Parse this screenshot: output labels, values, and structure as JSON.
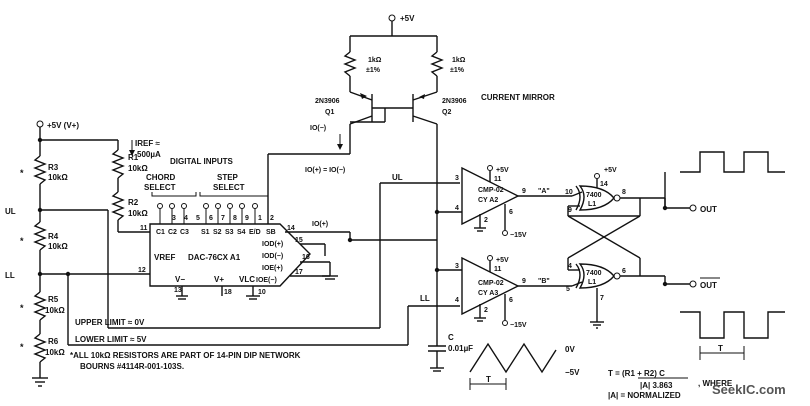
{
  "supply": {
    "vplus_top": "+5V",
    "vplus_left": "+5V  (V+)",
    "vplus_a2": "+5V",
    "vplus_a3": "+5V",
    "vplus_l1": "+5V",
    "vneg_a2": "−15V",
    "vneg_a3": "−15V"
  },
  "mirror": {
    "title": "CURRENT MIRROR",
    "r_left": "1kΩ",
    "r_left_tol": "±1%",
    "r_right": "1kΩ",
    "r_right_tol": "±1%",
    "q1_type": "2N3906",
    "q1_name": "Q1",
    "q2_type": "2N3906",
    "q2_name": "Q2",
    "io_minus": "IO(−)",
    "io_eq": "IO(+) = IO(−)"
  },
  "ladder": {
    "r3": "R3",
    "r3_val": "10kΩ",
    "r4": "R4",
    "r4_val": "10kΩ",
    "r5": "R5",
    "r5_val": "10kΩ",
    "r6": "R6",
    "r6_val": "10kΩ",
    "ul": "UL",
    "ll": "LL",
    "star": "*"
  },
  "ref": {
    "iref": "IREF ≈",
    "iref_val": "500µA",
    "r1": "R1",
    "r1_val": "10kΩ",
    "r2": "R2",
    "r2_val": "10kΩ"
  },
  "dac": {
    "digital_inputs": "DIGITAL INPUTS",
    "chord_select_1": "CHORD",
    "chord_select_2": "SELECT",
    "step_select_1": "STEP",
    "step_select_2": "SELECT",
    "name": "DAC-76CX A1",
    "pins_top": [
      "3",
      "4",
      "5",
      "6",
      "7",
      "8",
      "9",
      "1",
      "2"
    ],
    "pin_labels_top": [
      "C1",
      "C2",
      "C3",
      "S1",
      "S2",
      "S3",
      "S4",
      "E/D",
      "SB"
    ],
    "vref": "VREF",
    "vminus": "V−",
    "vplus": "V+",
    "vlc": "VLC",
    "iod_plus": "IOD(+)",
    "iod_minus": "IOD(−)",
    "ioe_plus": "IOE(+)",
    "ioe_minus": "IOE(−)",
    "pin11": "11",
    "pin12": "12",
    "pin13": "13",
    "pin18": "18",
    "pin10": "10",
    "pin14": "14",
    "pin15": "15",
    "pin16": "16",
    "pin17": "17",
    "io_plus": "IO(+)"
  },
  "comparators": {
    "a2_name_1": "CMP-02",
    "a2_name_2": "CY A2",
    "a3_name_1": "CMP-02",
    "a3_name_2": "CY A3",
    "a2_pin_in_top": "3",
    "a2_pin_in_bot": "4",
    "a2_pin_out": "9",
    "a2_pin_vp": "11",
    "a2_pin_vn": "6",
    "a2_pin_gnd": "2",
    "a3_pin_in_top": "3",
    "a3_pin_in_bot": "4",
    "a3_pin_out": "9",
    "a3_pin_vp": "11",
    "a3_pin_vn": "6",
    "a3_pin_gnd": "2",
    "node_a": "\"A\"",
    "node_b": "\"B\"",
    "ul": "UL",
    "ll": "LL"
  },
  "latch": {
    "gate_top": "7400",
    "gate_top_l": "L1",
    "gate_bot": "7400",
    "gate_bot_l": "L1",
    "pins_top": [
      "10",
      "14",
      "9",
      "8"
    ],
    "pins_bot": [
      "4",
      "5",
      "6",
      "7"
    ],
    "out": "OUT",
    "out_bar": "OUT"
  },
  "timing": {
    "cap": "C",
    "cap_val": "0.01µF",
    "v0": "0V",
    "vm5": "−5V",
    "t": "T",
    "t2": "T"
  },
  "notes": {
    "upper_limit": "UPPER LIMIT ≈ 0V",
    "lower_limit": "LOWER LIMIT ≈ 5V",
    "footnote_1": "*ALL 10kΩ RESISTORS ARE PART OF 14-PIN DIP NETWORK",
    "footnote_2": "BOURNS #4114R-001-103S.",
    "formula_t": "T = (R1 + R2) C",
    "formula_den": "|A|  3.863",
    "formula_where": ", WHERE",
    "formula_a": "|A| = NORMALIZED",
    "watermark": "SeekIC.com"
  }
}
